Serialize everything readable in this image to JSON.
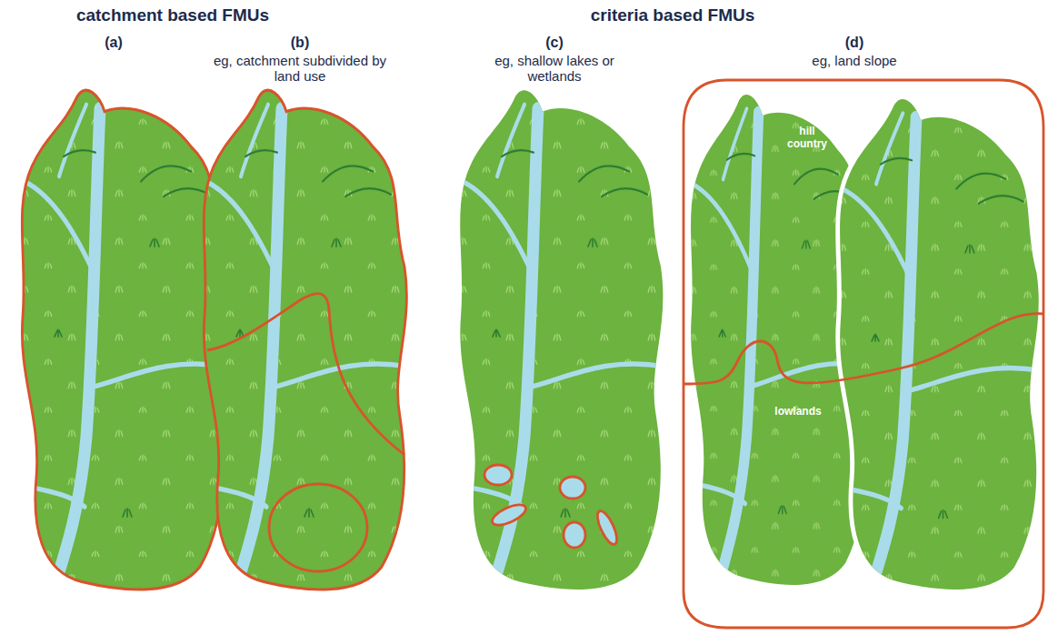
{
  "diagram": {
    "labels": [
      "catchment based FMUs",
      "criteria based FMUs",
      "(a)",
      "(b)",
      "eg, catchment subdivided by land use",
      "(c)",
      "eg, shallow lakes or wetlands",
      "(d)",
      "eg, land slope",
      "hill country",
      "lowlands"
    ]
  }
}
